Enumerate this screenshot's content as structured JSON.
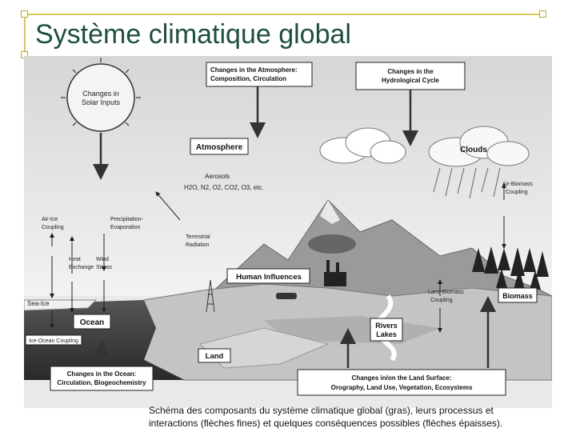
{
  "slide": {
    "title": "Système climatique global",
    "caption_line1": "Schéma des composants du système climatique global (gras), leurs processus et",
    "caption_line2": "interactions (flèches fines) et quelques conséquences possibles (flèches épaisses)."
  },
  "diagram": {
    "changes_atmosphere": [
      "Changes in the Atmosphere:",
      "Composition, Circulation"
    ],
    "changes_hydro": [
      "Changes in the",
      "Hydrological Cycle"
    ],
    "solar": [
      "Changes in",
      "Solar Inputs"
    ],
    "atmosphere": "Atmosphere",
    "clouds": "Clouds",
    "aerosols": "Aerosols",
    "gases": "H2O, N2, O2, CO2, O3, etc.",
    "air_biomass": [
      "Air-Biomass",
      "Coupling"
    ],
    "air_ice": [
      "Air-Ice",
      "Coupling"
    ],
    "precip": [
      "Precipitation-",
      "Evaporation"
    ],
    "terrestrial": [
      "Terrestrial",
      "Radiation"
    ],
    "heat": [
      "Heat",
      "Exchange"
    ],
    "wind": [
      "Wind",
      "Stress"
    ],
    "human": "Human Influences",
    "biomass": "Biomass",
    "sea_ice": "Sea-Ice",
    "ocean": "Ocean",
    "ice_ocean": "Ice-Ocean Coupling",
    "land_biomass": [
      "Land-Biomass",
      "Coupling"
    ],
    "rivers": [
      "Rivers",
      "Lakes"
    ],
    "land": "Land",
    "changes_ocean": [
      "Changes in the Ocean:",
      "Circulation, Biogeochemistry"
    ],
    "changes_land": [
      "Changes in/on the Land Surface:",
      "Orography, Land Use, Vegetation, Ecosystems"
    ]
  }
}
